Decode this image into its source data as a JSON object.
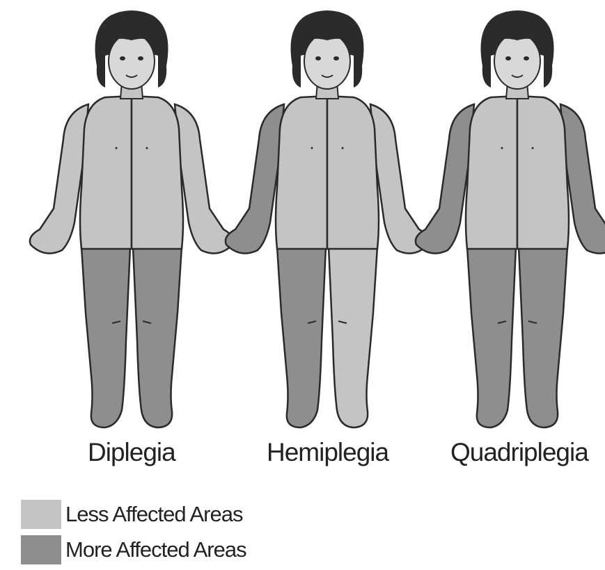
{
  "colors": {
    "less_affected": "#c4c4c4",
    "more_affected": "#8e8e8e",
    "outline": "#2a2a2a",
    "hair": "#2b2b2b",
    "face": "#d8d8d8"
  },
  "figures": [
    {
      "label": "Diplegia",
      "regions": {
        "head": "less",
        "torso_left": "less",
        "torso_right": "less",
        "arm_left": "less",
        "arm_right": "less",
        "leg_left": "more",
        "leg_right": "more"
      }
    },
    {
      "label": "Hemiplegia",
      "regions": {
        "head": "less",
        "torso_left": "less",
        "torso_right": "less",
        "arm_left": "more",
        "arm_right": "less",
        "leg_left": "more",
        "leg_right": "less"
      }
    },
    {
      "label": "Quadriplegia",
      "regions": {
        "head": "less",
        "torso_left": "less",
        "torso_right": "less",
        "arm_left": "more",
        "arm_right": "more",
        "leg_left": "more",
        "leg_right": "more"
      }
    }
  ],
  "legend": {
    "less_label": "Less Affected Areas",
    "more_label": "More Affected Areas"
  }
}
